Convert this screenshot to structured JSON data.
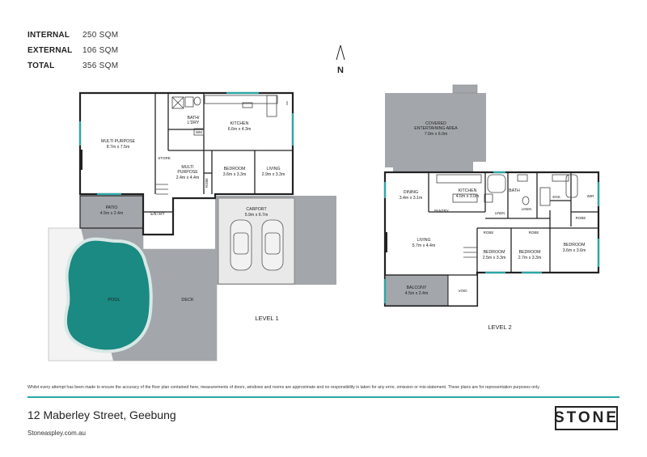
{
  "areas": [
    {
      "label": "INTERNAL",
      "value": "250 SQM"
    },
    {
      "label": "EXTERNAL",
      "value": "106 SQM"
    },
    {
      "label": "TOTAL",
      "value": "356 SQM"
    }
  ],
  "compass": "N",
  "level1": {
    "title": "LEVEL 1",
    "rooms": {
      "multi_purpose": {
        "name": "MULTI PURPOSE",
        "dims": "8.7m x 7.5m"
      },
      "bath_ldry": {
        "name1": "BATH/",
        "name2": "L'DRY"
      },
      "wm": "WM",
      "kitchen": {
        "name": "KITCHEN",
        "dims": "6.6m x 4.3m"
      },
      "store": "STORE",
      "multi_purpose2": {
        "name1": "MULTI",
        "name2": "PURPOSE",
        "dims": "2.4m x 4.4m"
      },
      "bedroom": {
        "name": "BEDROOM",
        "dims": "3.6m x 3.3m"
      },
      "robe": "ROBE",
      "living": {
        "name": "LIVING",
        "dims": "2.9m x 3.3m"
      },
      "patio": {
        "name": "PATIO",
        "dims": "4.5m x 2.4m"
      },
      "entry": "ENTRY",
      "carport": {
        "name": "CARPORT",
        "dims": "5.9m x 6.7m"
      },
      "pool": "POOL",
      "deck": "DECK"
    }
  },
  "level2": {
    "title": "LEVEL 2",
    "rooms": {
      "covered": {
        "name1": "COVERED",
        "name2": "ENTERTAINING AREA",
        "dims": "7.0m x 6.0m"
      },
      "dining": {
        "name": "DINING",
        "dims": "3.4m x 3.1m"
      },
      "kitchen": {
        "name": "KITCHEN",
        "dims": "4.6m x 3.0m"
      },
      "pantry": "PANTRY",
      "bath": "BATH",
      "linen1": "LINEN",
      "linen2": "LINEN",
      "ens": "ENS",
      "wir": "WIR",
      "robe_right": "ROBE",
      "robe1": "ROBE",
      "robe2": "ROBE",
      "living": {
        "name": "LIVING",
        "dims": "5.7m x 4.4m"
      },
      "bed1": {
        "name": "BEDROOM",
        "dims": "2.5m x 3.3m"
      },
      "bed2": {
        "name": "BEDROOM",
        "dims": "2.7m x 3.3m"
      },
      "bed3": {
        "name": "BEDROOM",
        "dims": "3.6m x 3.6m"
      },
      "balcony": {
        "name": "BALCONY",
        "dims": "4.5m x 2.4m"
      },
      "void": "VOID"
    }
  },
  "disclaimer": "Whilst every attempt has been made to ensure the accuracy of the floor plan contained here, measurements of doors, windows and rooms are approximate and no responsibility is taken for any error, omission or mis-statement. These plans are for representation purposes only.",
  "address": "12 Maberley Street, Geebung",
  "website": "Stoneaspley.com.au",
  "logo": "STONE",
  "colors": {
    "accent": "#2aa8a8",
    "pool": "#1a8a82",
    "deck": "#a3a7ab",
    "carport": "#a3a7ab",
    "ground": "#f3f3f3"
  }
}
